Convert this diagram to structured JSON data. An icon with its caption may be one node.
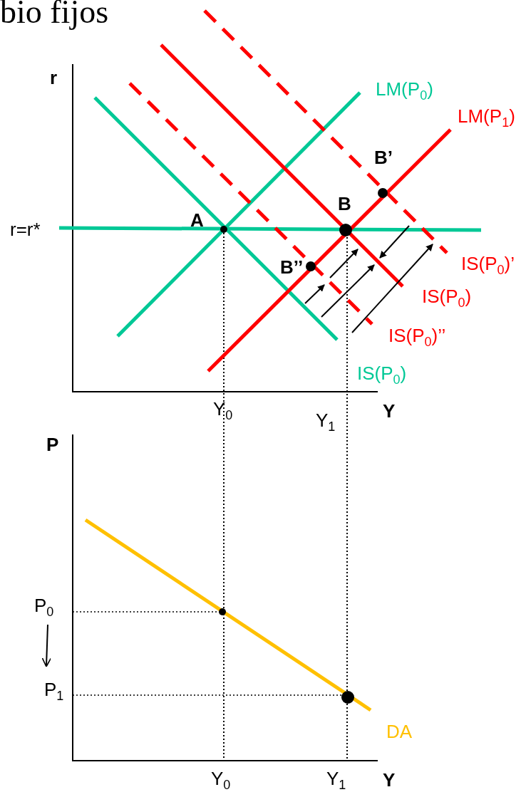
{
  "diagram": {
    "title": "bio fijos",
    "labels": [
      "r",
      "LM(P$_{0}$)",
      "LM(P$_{1}$)",
      "B’",
      "r=r*",
      "A",
      "B",
      "B’’",
      "IS(P$_{0}$)’",
      "IS(P$_{0}$)",
      "IS(P$_{0}$)’’",
      "IS(P$_{0}$)",
      "Y$_{0}$",
      "Y$_{1}$",
      "Y",
      "P",
      "P$_{0}$",
      "P$_{1}$",
      "DA",
      "Y$_{0}$",
      "Y$_{1}$",
      "Y"
    ]
  }
}
